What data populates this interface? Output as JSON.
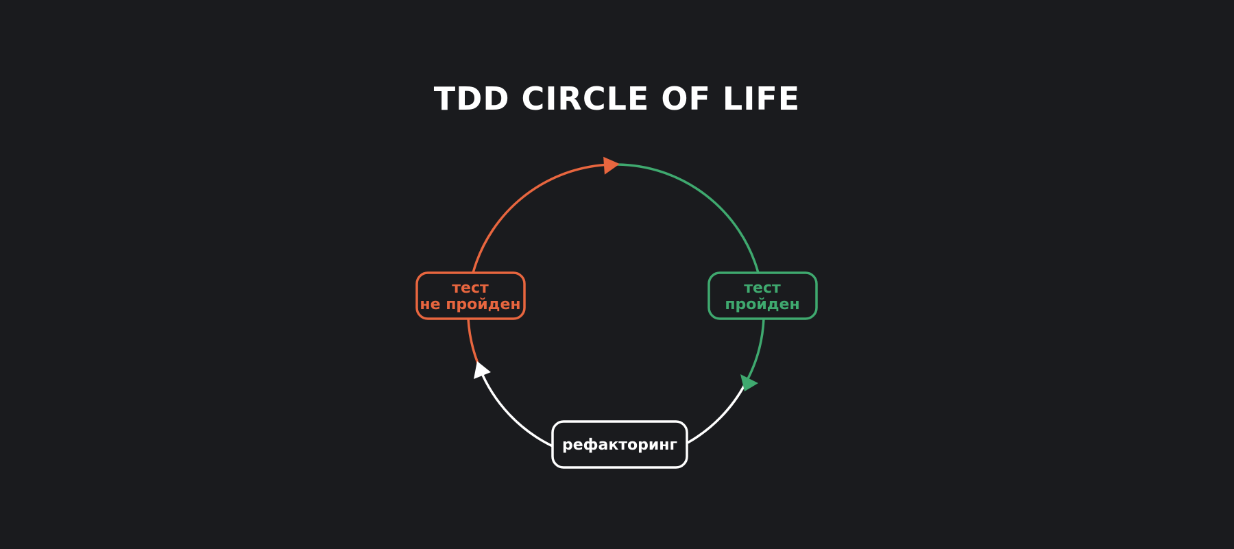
{
  "title": "TDD CIRCLE OF LIFE",
  "colors": {
    "background": "#1a1b1e",
    "red": "#e8663f",
    "green": "#3fa96f",
    "white": "#ffffff"
  },
  "nodes": {
    "fail": {
      "line1": "тест",
      "line2": "не пройден"
    },
    "pass": {
      "line1": "тест",
      "line2": "пройден"
    },
    "refactor": {
      "label": "рефакторинг"
    }
  }
}
